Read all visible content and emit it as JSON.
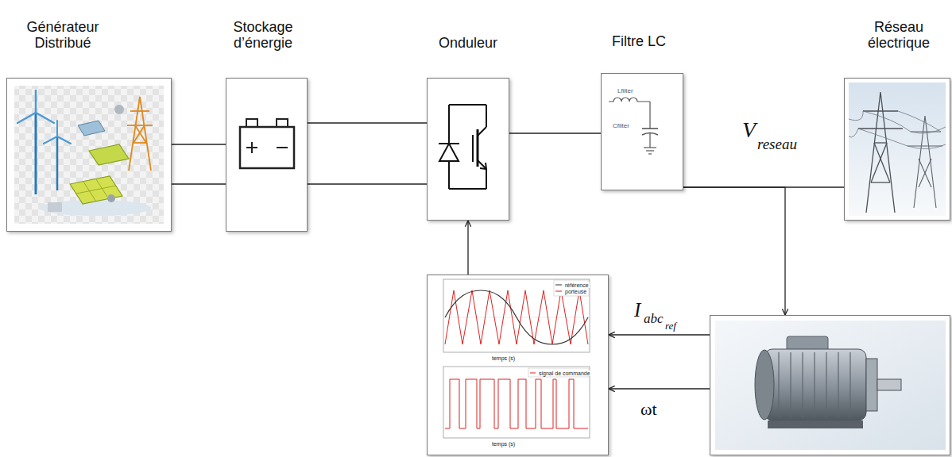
{
  "diagram": {
    "nodes": [
      {
        "text": [
          "Générateur Distribué"
        ]
      },
      {
        "text": [
          "Stockage d’énergie"
        ]
      },
      {
        "text": [
          "Onduleur"
        ]
      },
      {
        "text": [
          "Filtre LC",
          "Lfilter",
          "Cfilter"
        ]
      },
      {
        "text": [
          "Réseau électrique"
        ]
      },
      {
        "text": [
          "référence",
          "porteuse",
          "temps (s)",
          "signal de commande",
          "temps (s)"
        ]
      },
      {
        "text": []
      }
    ],
    "edges": [
      {
        "from": 0,
        "to": 1,
        "arrow": "none"
      },
      {
        "from": 0,
        "to": 1,
        "arrow": "none"
      },
      {
        "from": 1,
        "to": 2,
        "arrow": "none"
      },
      {
        "from": 1,
        "to": 2,
        "arrow": "none"
      },
      {
        "from": 2,
        "to": 3,
        "arrow": "none"
      },
      {
        "from": 3,
        "to": 4,
        "arrow": "none"
      },
      {
        "from": 3,
        "to": 6,
        "arrow": "to"
      },
      {
        "from": 6,
        "to": 5,
        "arrow": "to"
      },
      {
        "from": 6,
        "to": 5,
        "arrow": "to"
      },
      {
        "from": 5,
        "to": 2,
        "arrow": "to"
      }
    ],
    "labels": [
      "V",
      "reseau",
      "I",
      "abc",
      "ref",
      "ωt"
    ]
  }
}
